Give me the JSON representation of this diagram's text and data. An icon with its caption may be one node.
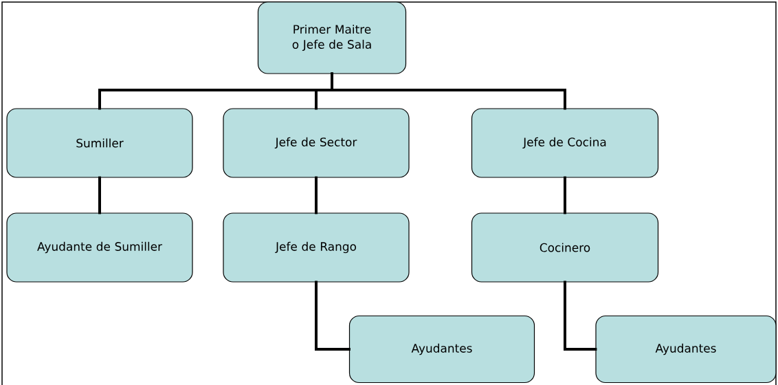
{
  "diagram": {
    "nodes": [
      {
        "text": [
          "Primer Maitre o Jefe de Sala"
        ]
      },
      {
        "text": [
          "Sumiller"
        ]
      },
      {
        "text": [
          "Jefe de Sector"
        ]
      },
      {
        "text": [
          "Jefe de Cocina"
        ]
      },
      {
        "text": [
          "Ayudante de Sumiller"
        ]
      },
      {
        "text": [
          "Jefe de Rango"
        ]
      },
      {
        "text": [
          "Cocinero"
        ]
      },
      {
        "text": [
          "Ayudantes"
        ]
      },
      {
        "text": [
          "Ayudantes"
        ]
      }
    ],
    "edges": [
      {
        "from": 0,
        "to": 1,
        "arrow": "none"
      },
      {
        "from": 0,
        "to": 2,
        "arrow": "none"
      },
      {
        "from": 0,
        "to": 3,
        "arrow": "none"
      },
      {
        "from": 1,
        "to": 4,
        "arrow": "none"
      },
      {
        "from": 2,
        "to": 5,
        "arrow": "none"
      },
      {
        "from": 3,
        "to": 6,
        "arrow": "none"
      },
      {
        "from": 5,
        "to": 7,
        "arrow": "none"
      },
      {
        "from": 6,
        "to": 8,
        "arrow": "none"
      }
    ]
  }
}
